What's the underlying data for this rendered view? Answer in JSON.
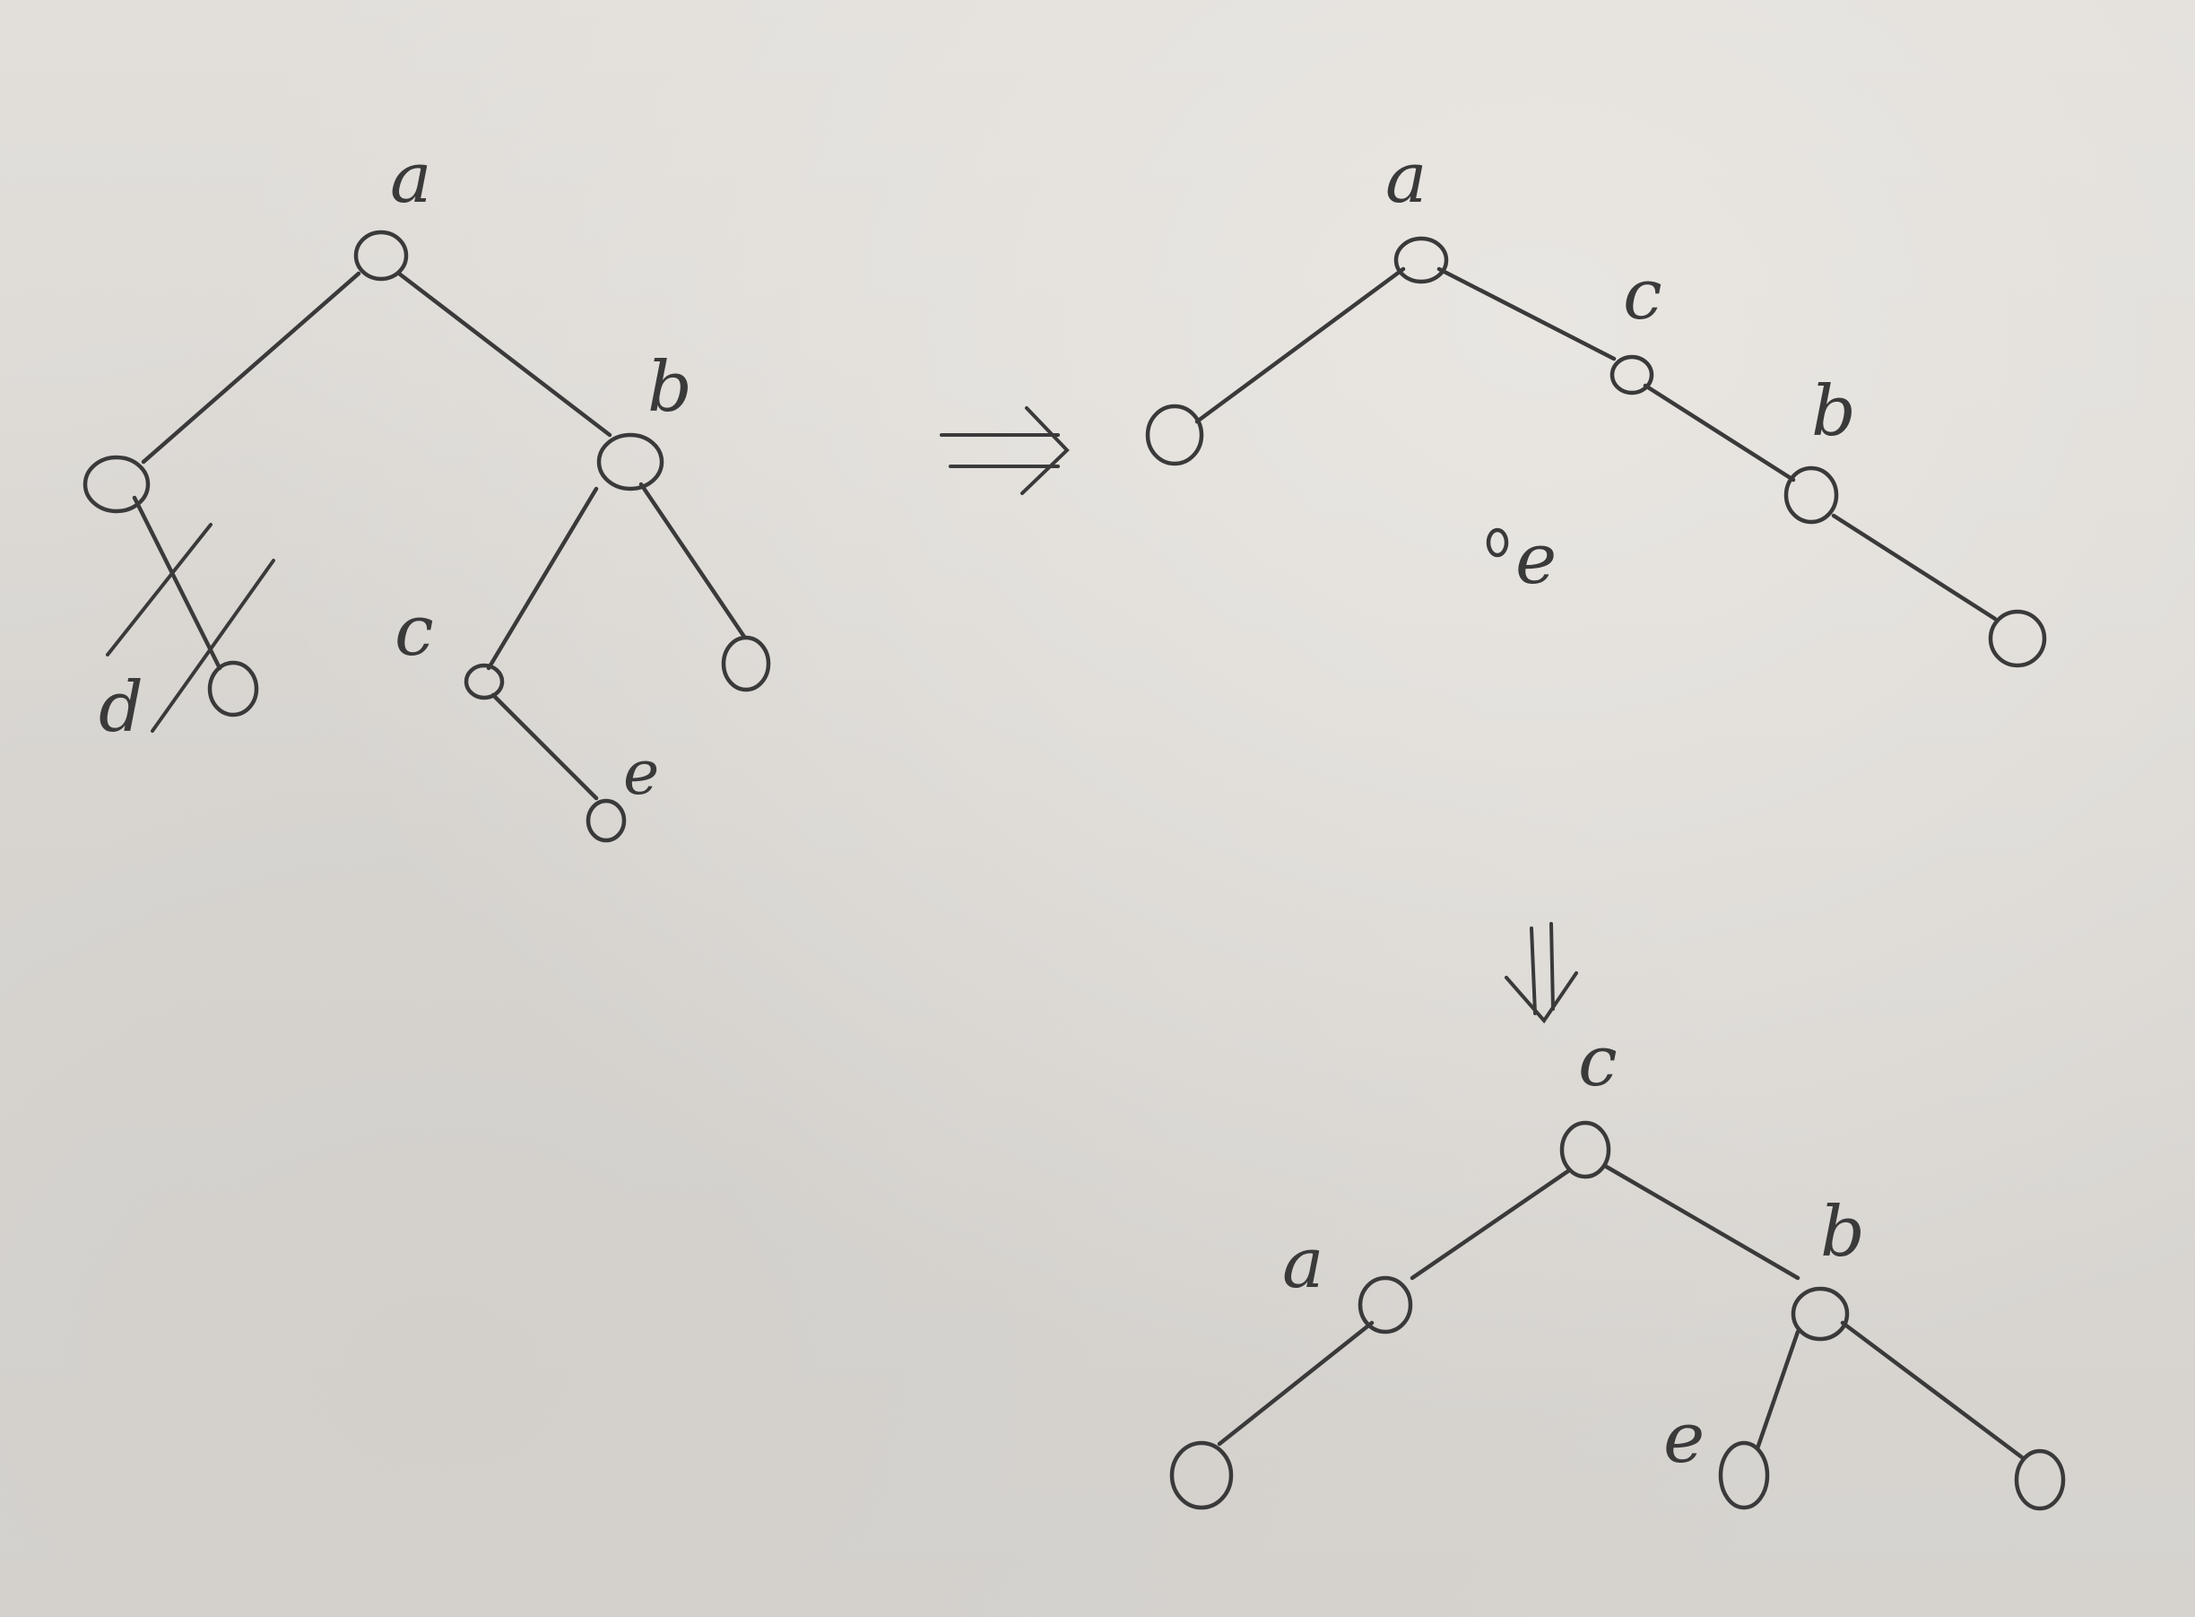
{
  "labels": {
    "left_a": "a",
    "left_b": "b",
    "left_c": "c",
    "left_d": "d",
    "left_e": "e",
    "mid_a": "a",
    "mid_c": "c",
    "mid_b": "b",
    "mid_e": "e",
    "bottom_c": "c",
    "bottom_a": "a",
    "bottom_b": "b",
    "bottom_e": "e"
  }
}
